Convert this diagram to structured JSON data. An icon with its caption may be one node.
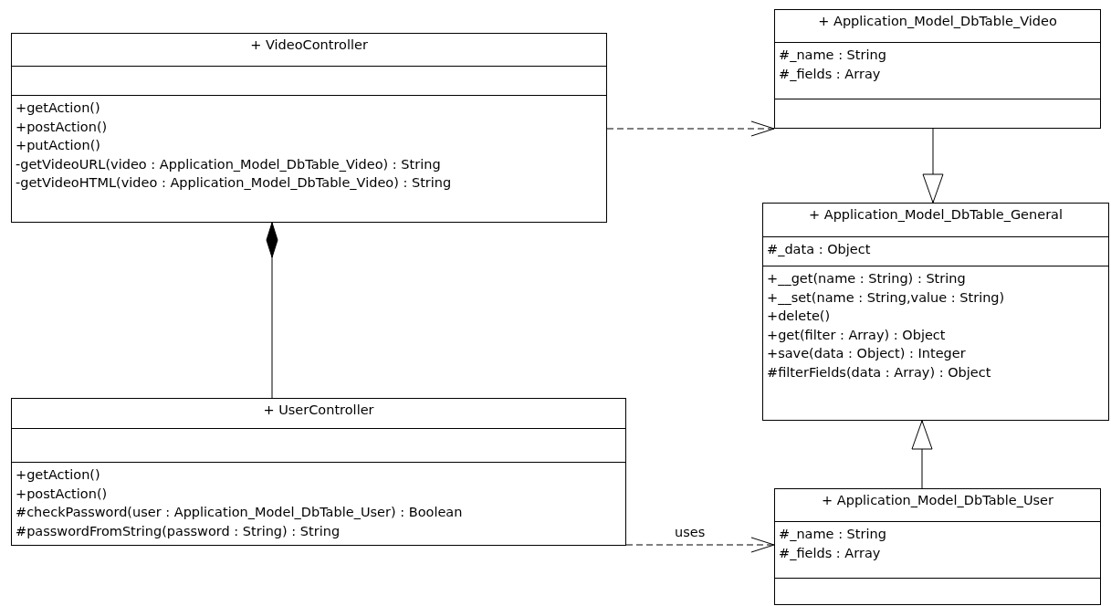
{
  "diagram": {
    "nodes": [
      {
        "text": [
          "+ VideoController"
        ]
      },
      {
        "text": [],
        "shape": "box",
        "in": 0
      },
      {
        "text": [
          "+getAction()",
          "+postAction()",
          "+putAction()",
          "-getVideoURL(video : Application_Model_DbTable_Video) : String",
          "-getVideoHTML(video : Application_Model_DbTable_Video) : String"
        ],
        "in": 0
      },
      {
        "text": [
          "+ Application_Model_DbTable_Video"
        ]
      },
      {
        "text": [
          "#_name : String",
          "#_fields : Array"
        ],
        "in": 3
      },
      {
        "text": [],
        "shape": "box",
        "in": 3
      },
      {
        "text": [
          "+ Application_Model_DbTable_General"
        ]
      },
      {
        "text": [
          "#_data : Object"
        ],
        "in": 6
      },
      {
        "text": [
          "+__get(name : String) : String",
          "+__set(name : String,value : String)",
          "+delete()",
          "+get(filter : Array) : Object",
          "+save(data : Object) : Integer",
          "#filterFields(data : Array) : Object"
        ],
        "in": 6
      },
      {
        "text": [
          "+ UserController"
        ]
      },
      {
        "text": [],
        "shape": "box",
        "in": 9
      },
      {
        "text": [
          "+getAction()",
          "+postAction()",
          "#checkPassword(user : Application_Model_DbTable_User) : Boolean",
          "#passwordFromString(password : String) : String"
        ],
        "in": 9
      },
      {
        "text": [
          "+ Application_Model_DbTable_User"
        ]
      },
      {
        "text": [
          "#_name : String",
          "#_fields : Array"
        ],
        "in": 12
      },
      {
        "text": [],
        "shape": "box",
        "in": 12
      }
    ],
    "edges": [
      {
        "from": 0,
        "to": 3,
        "arrow": "to",
        "style": "dashed"
      },
      {
        "from": 3,
        "to": 6,
        "arrow": "to"
      },
      {
        "from": 9,
        "to": 0,
        "arrow": "other"
      },
      {
        "from": 12,
        "to": 6,
        "arrow": "to"
      },
      {
        "from": 9,
        "to": 12,
        "arrow": "to",
        "style": "dashed",
        "label": "uses"
      }
    ]
  }
}
